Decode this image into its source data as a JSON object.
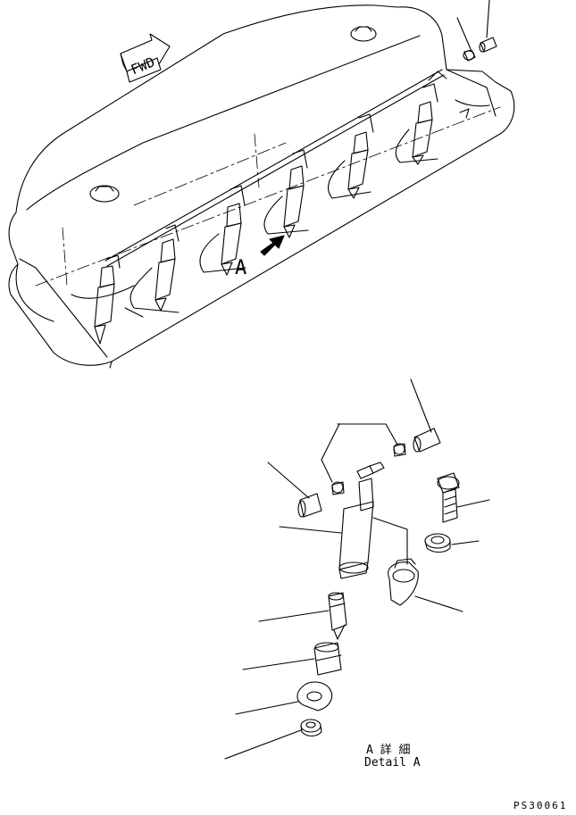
{
  "fwd_label": "FWD",
  "view_marker": "A",
  "detail_caption": {
    "jp": "A 詳 細",
    "en": "Detail A"
  },
  "drawing_code": "PS30061"
}
